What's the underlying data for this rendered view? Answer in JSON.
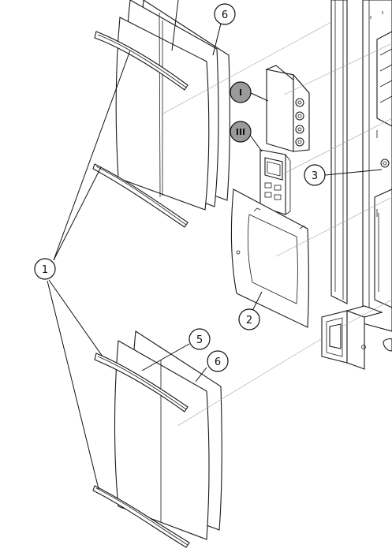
{
  "callouts": {
    "handle_group": "1",
    "door_window": "2",
    "connector": "3",
    "panel_front": "5",
    "panel_back_top": "6",
    "panel_back_bottom": "6"
  },
  "modules": {
    "module_one": "I",
    "module_three": "III"
  },
  "colors": {
    "line": "#1a1a1a",
    "leader_blue": "#8fa6c8",
    "module_badge_fill": "#9a9a9a",
    "background": "#ffffff"
  }
}
